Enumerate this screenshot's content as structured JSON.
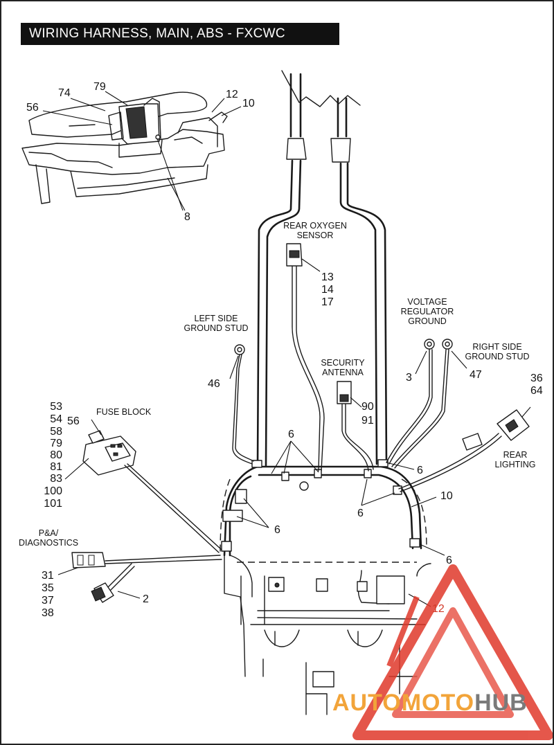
{
  "title": "WIRING HARNESS, MAIN, ABS - FXCWC",
  "labels": {
    "rear_oxygen_sensor": [
      "REAR OXYGEN",
      "SENSOR"
    ],
    "voltage_regulator_ground": [
      "VOLTAGE",
      "REGULATOR",
      "GROUND"
    ],
    "left_side_ground_stud": [
      "LEFT SIDE",
      "GROUND STUD"
    ],
    "right_side_ground_stud": [
      "RIGHT SIDE",
      "GROUND STUD"
    ],
    "security_antenna": [
      "SECURITY",
      "ANTENNA"
    ],
    "fuse_block": "FUSE BLOCK",
    "rear_lighting": [
      "REAR",
      "LIGHTING"
    ],
    "pa_diagnostics": [
      "P&A/",
      "DIAGNOSTICS"
    ]
  },
  "callouts": {
    "inset_74": "74",
    "inset_79": "79",
    "inset_56": "56",
    "inset_12": "12",
    "inset_10": "10",
    "inset_8": "8",
    "oxygen_group": [
      "13",
      "14",
      "17"
    ],
    "left_ground": "46",
    "vr_ground": "3",
    "right_ground": "47",
    "antenna_group": [
      "90",
      "91"
    ],
    "rear_lighting_group": [
      "36",
      "64"
    ],
    "fuse_block_group": [
      "53",
      "54",
      "58",
      "79",
      "80",
      "81",
      "83",
      "100",
      "101"
    ],
    "fuse_block_56": "56",
    "clip_top": "6",
    "clip_right_top": "6",
    "clip_mid": "6",
    "clip_left": "6",
    "clip_right_low": "6",
    "right_cover": "10",
    "diag_group": [
      "31",
      "35",
      "37",
      "38"
    ],
    "diag_connector": "2",
    "bottom_right": "12"
  },
  "watermark": {
    "text_orange": "AUTOMOTO",
    "text_grey": "HUB",
    "color_red": "#e0392b",
    "color_orange": "#f2a43a",
    "color_grey": "#7a7a7a"
  }
}
